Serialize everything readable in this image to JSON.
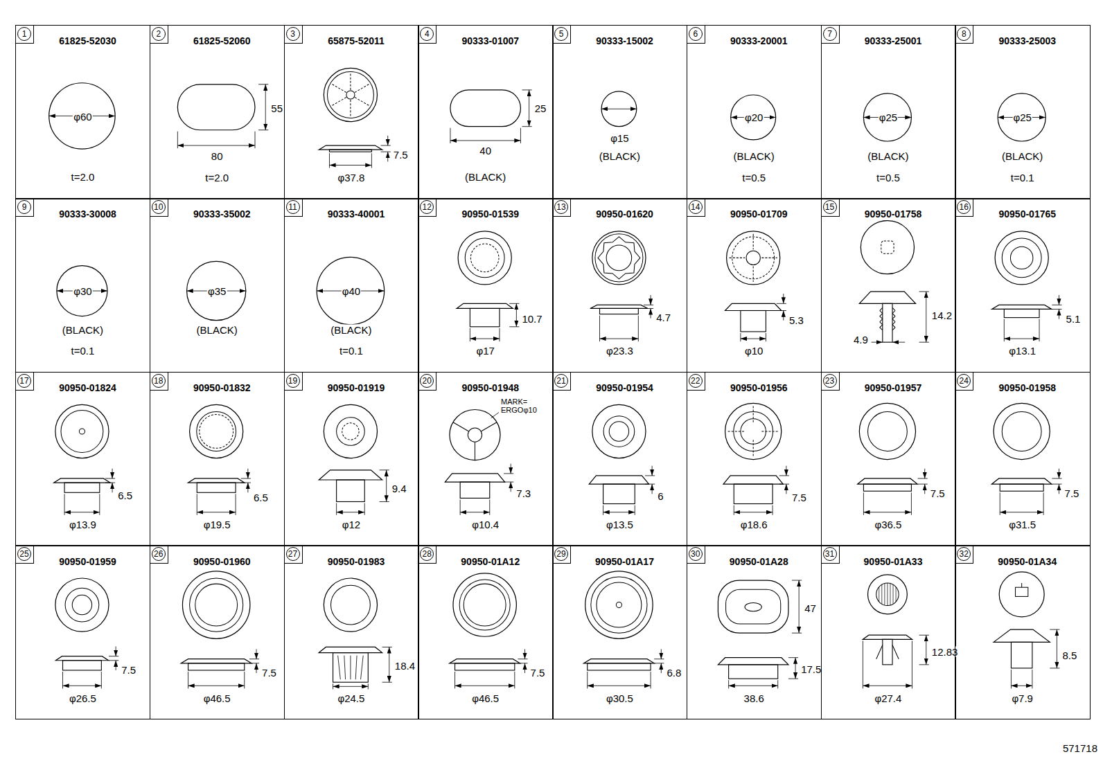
{
  "diagram": {
    "nodes": [
      {
        "text": [
          "1",
          "61825-52030",
          "φ60",
          "t=2.0"
        ]
      },
      {
        "text": [
          "2",
          "61825-52060",
          "55",
          "80",
          "t=2.0"
        ]
      },
      {
        "text": [
          "3",
          "65875-52011",
          "7.5",
          "φ37.8"
        ]
      },
      {
        "text": [
          "4",
          "90333-01007",
          "25",
          "40",
          "(BLACK)"
        ]
      },
      {
        "text": [
          "5",
          "90333-15002",
          "φ15",
          "(BLACK)"
        ]
      },
      {
        "text": [
          "6",
          "90333-20001",
          "φ20",
          "(BLACK)",
          "t=0.5"
        ]
      },
      {
        "text": [
          "7",
          "90333-25001",
          "φ25",
          "(BLACK)",
          "t=0.5"
        ]
      },
      {
        "text": [
          "8",
          "90333-25003",
          "φ25",
          "(BLACK)",
          "t=0.1"
        ]
      },
      {
        "text": [
          "9",
          "90333-30008",
          "φ30",
          "(BLACK)",
          "t=0.1"
        ]
      },
      {
        "text": [
          "10",
          "90333-35002",
          "φ35",
          "(BLACK)"
        ]
      },
      {
        "text": [
          "11",
          "90333-40001",
          "φ40",
          "(BLACK)",
          "t=0.1"
        ]
      },
      {
        "text": [
          "12",
          "90950-01539",
          "10.7",
          "φ17"
        ]
      },
      {
        "text": [
          "13",
          "90950-01620",
          "4.7",
          "φ23.3"
        ]
      },
      {
        "text": [
          "14",
          "90950-01709",
          "5.3",
          "φ10"
        ]
      },
      {
        "text": [
          "15",
          "90950-01758",
          "14.2",
          "4.9"
        ]
      },
      {
        "text": [
          "16",
          "90950-01765",
          "5.1",
          "φ13.1"
        ]
      },
      {
        "text": [
          "17",
          "90950-01824",
          "6.5",
          "φ13.9"
        ]
      },
      {
        "text": [
          "18",
          "90950-01832",
          "6.5",
          "φ19.5"
        ]
      },
      {
        "text": [
          "19",
          "90950-01919",
          "9.4",
          "φ12"
        ]
      },
      {
        "text": [
          "20",
          "90950-01948",
          "MARK= ERGOφ10",
          "7.3",
          "φ10.4"
        ]
      },
      {
        "text": [
          "21",
          "90950-01954",
          "6",
          "φ13.5"
        ]
      },
      {
        "text": [
          "22",
          "90950-01956",
          "7.5",
          "φ18.6"
        ]
      },
      {
        "text": [
          "23",
          "90950-01957",
          "7.5",
          "φ36.5"
        ]
      },
      {
        "text": [
          "24",
          "90950-01958",
          "7.5",
          "φ31.5"
        ]
      },
      {
        "text": [
          "25",
          "90950-01959",
          "7.5",
          "φ26.5"
        ]
      },
      {
        "text": [
          "26",
          "90950-01960",
          "7.5",
          "φ46.5"
        ]
      },
      {
        "text": [
          "27",
          "90950-01983",
          "18.4",
          "φ24.5"
        ]
      },
      {
        "text": [
          "28",
          "90950-01A12",
          "7.5",
          "φ46.5"
        ]
      },
      {
        "text": [
          "29",
          "90950-01A17",
          "6.8",
          "φ30.5"
        ]
      },
      {
        "text": [
          "30",
          "90950-01A28",
          "47",
          "17.5",
          "38.6"
        ]
      },
      {
        "text": [
          "31",
          "90950-01A33",
          "12.83",
          "φ27.4"
        ]
      },
      {
        "text": [
          "32",
          "90950-01A34",
          "8.5",
          "φ7.9"
        ]
      }
    ],
    "labels": [
      "571718"
    ]
  }
}
